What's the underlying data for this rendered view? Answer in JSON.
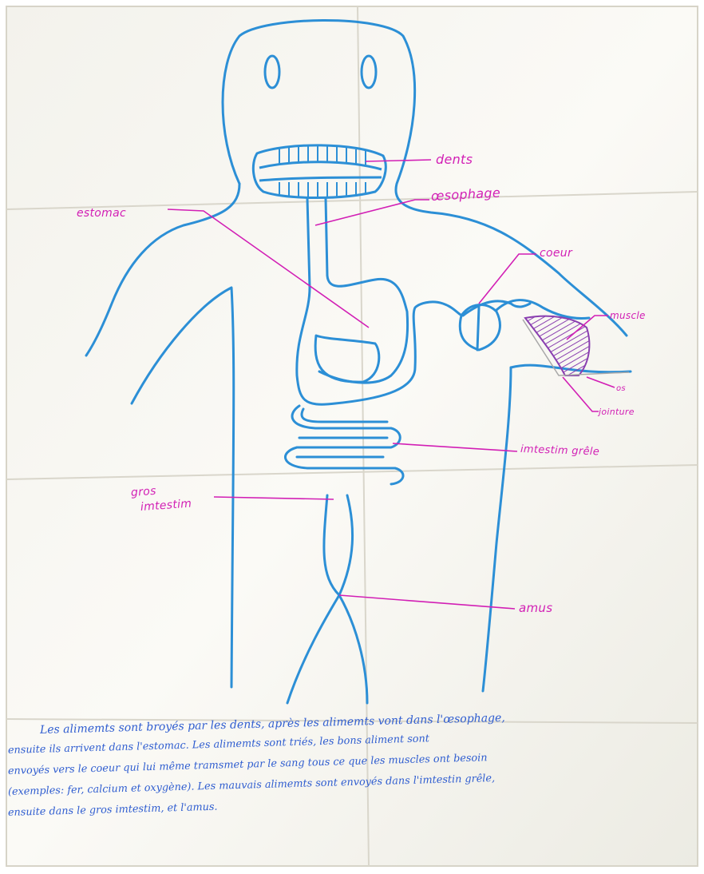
{
  "diagram": {
    "labels": {
      "dents": "dents",
      "oesophage": "œsophage",
      "estomac": "estomac",
      "coeur": "coeur",
      "muscle": "muscle",
      "os": "os",
      "jointure": "jointure",
      "intestin_grele": "imtestim grêle",
      "gros_intestin_line1": "gros",
      "gros_intestin_line2": "imtestim",
      "anus": "amus"
    },
    "caption": [
      "Les alimemts sont broyés par les dents, après les alimemts vont dans l'œsophage,",
      "ensuite ils arrivent dans l'estomac. Les alimemts sont triés, les bons aliment sont",
      "envoyés vers le coeur qui lui même tramsmet par le sang tous ce que les muscles ont besoin",
      "(exemples: fer, calcium et oxygène). Les mauvais alimemts sont envoyés dans l'imtestin grêle,",
      "ensuite dans le gros imtestim, et l'amus."
    ],
    "colors": {
      "body_outline": "#2c8fd6",
      "labels": "#d21fb5",
      "caption_ink": "#2f5dd0",
      "paper": "#f7f6f1",
      "muscle_fill": "#8a3fb0"
    }
  }
}
